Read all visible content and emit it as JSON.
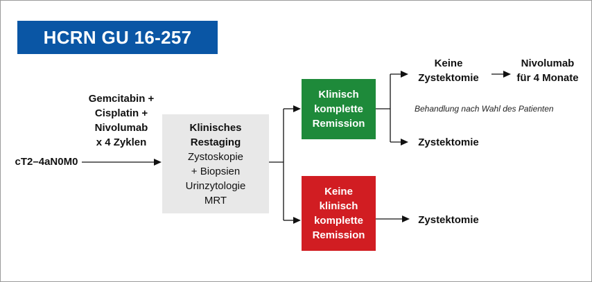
{
  "title": "HCRN GU 16-257",
  "stage": "cT2–4aN0M0",
  "therapy": [
    "Gemcitabin +",
    "Cisplatin +",
    "Nivolumab",
    "x 4 Zyklen"
  ],
  "restaging": {
    "heading": [
      "Klinisches",
      "Restaging"
    ],
    "items": [
      "Zystoskopie",
      "+ Biopsien",
      "Urinzytologie",
      "MRT"
    ]
  },
  "complete_remission": [
    "Klinisch",
    "komplette",
    "Remission"
  ],
  "no_complete_remission": [
    "Keine",
    "klinisch",
    "komplette",
    "Remission"
  ],
  "no_cystectomy": [
    "Keine",
    "Zystektomie"
  ],
  "nivolumab": [
    "Nivolumab",
    "für 4 Monate"
  ],
  "cystectomy_1": "Zystektomie",
  "cystectomy_2": "Zystektomie",
  "note": "Behandlung nach Wahl des Patienten"
}
